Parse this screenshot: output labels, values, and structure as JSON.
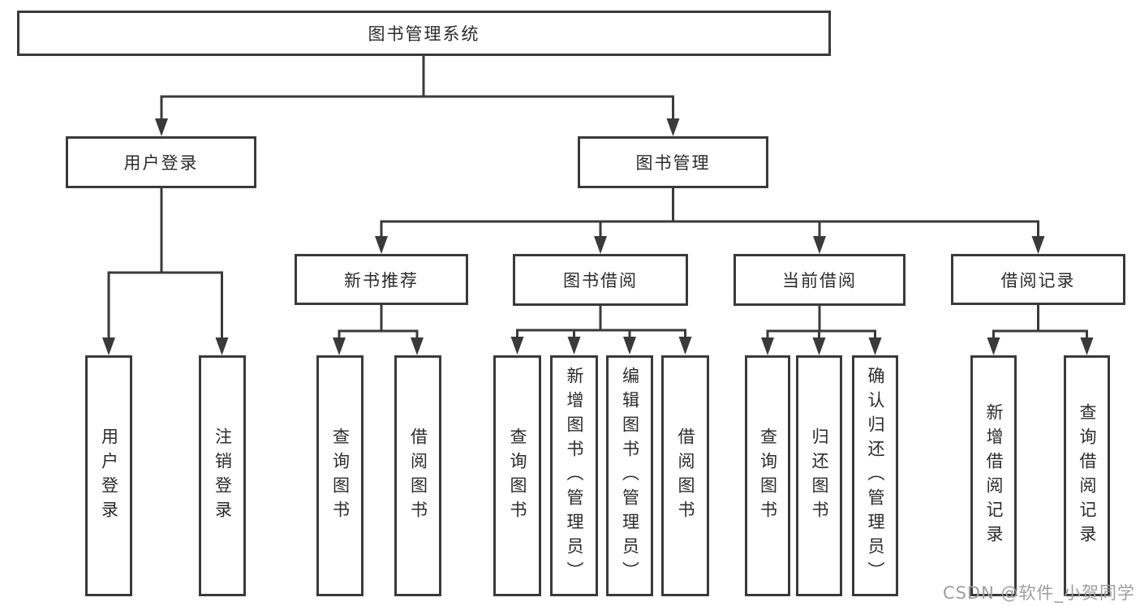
{
  "nodes": {
    "root": "图书管理系统",
    "level2": [
      "用户登录",
      "图书管理"
    ],
    "level3": [
      "新书推荐",
      "图书借阅",
      "当前借阅",
      "借阅记录"
    ],
    "leaves": [
      "用户登录",
      "注销登录",
      "查询图书",
      "借阅图书",
      "查询图书",
      "新增图书（管理员）",
      "编辑图书（管理员）",
      "借阅图书",
      "查询图书",
      "归还图书",
      "确认归还（管理员）",
      "新增借阅记录",
      "查询借阅记录"
    ]
  },
  "watermark": "CSDN @软件_小贺同学",
  "colors": {
    "line": "#3a3a3a",
    "text": "#2b2b2b",
    "background": "#ffffff",
    "watermark": "#9e9e9e"
  }
}
